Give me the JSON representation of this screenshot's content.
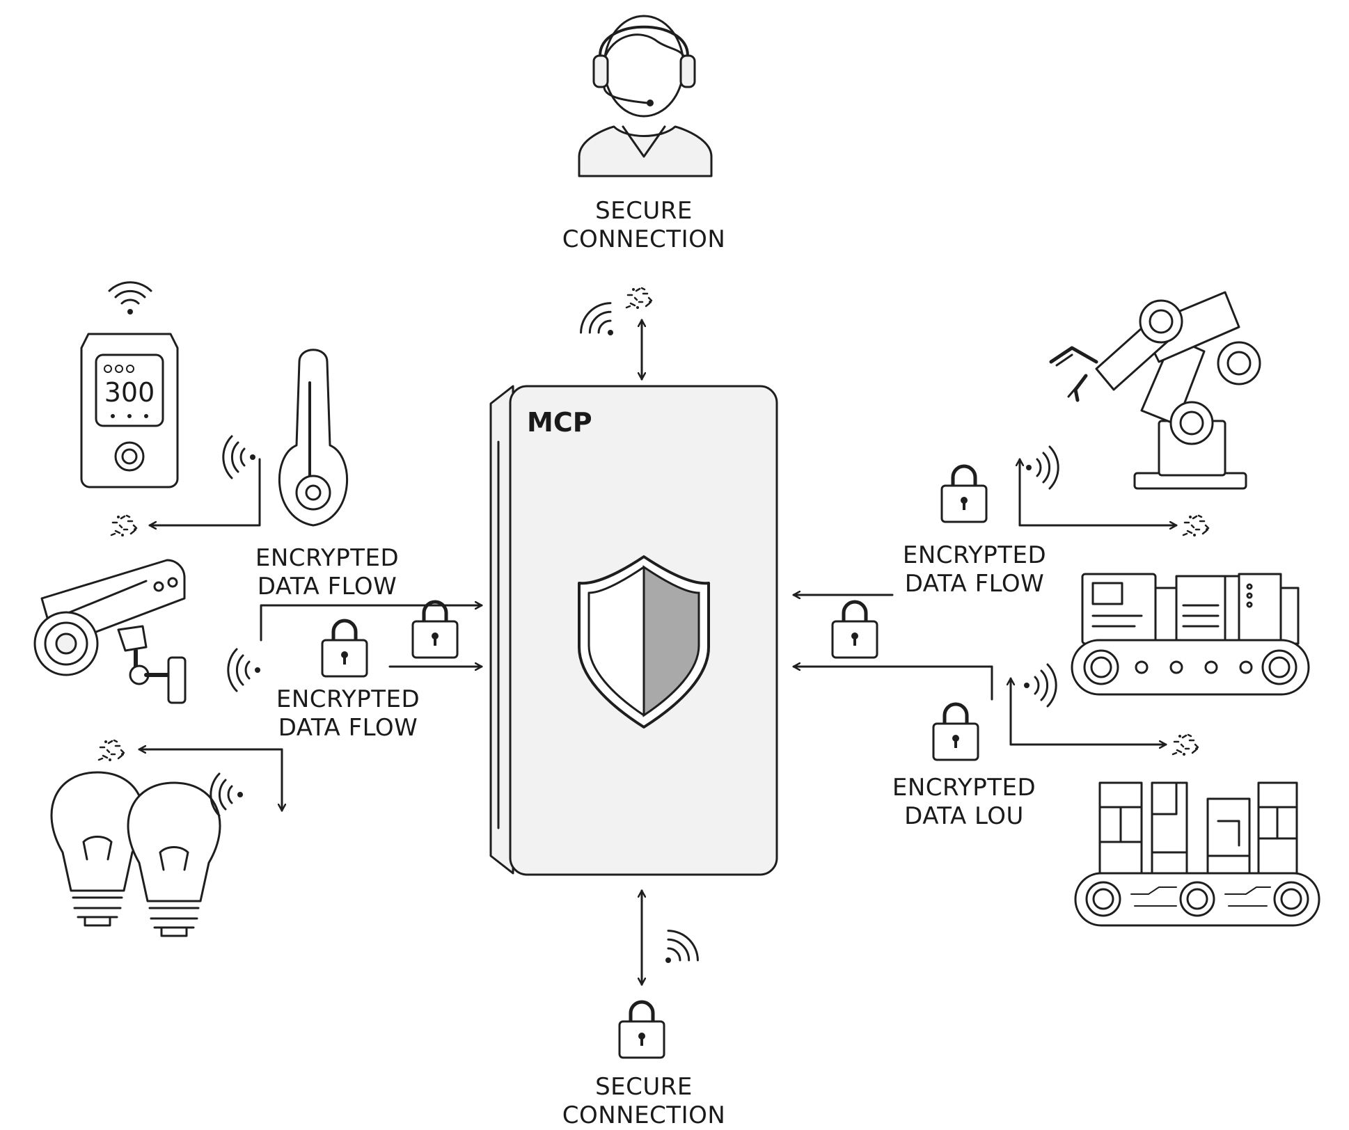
{
  "diagram": {
    "hub": {
      "label": "MCP"
    },
    "labels": {
      "top_secure": [
        "SECURE",
        "CONNECTION"
      ],
      "bottom_secure": [
        "SECURE",
        "CONNECTION"
      ],
      "left_upper_flow": [
        "ENCRYPTED",
        "DATA FLOW"
      ],
      "left_lower_flow": [
        "ENCRYPTED",
        "DATA FLOW"
      ],
      "right_upper_flow": [
        "ENCRYPTED",
        "DATA FLOW"
      ],
      "right_lower_flow": [
        "ENCRYPTED",
        "DATA LOU"
      ]
    },
    "devices": {
      "thermostat_display": "300"
    },
    "icons": [
      "headset-operator-icon",
      "thermostat-icon",
      "thermometer-icon",
      "security-camera-icon",
      "light-bulbs-icon",
      "robotic-arm-icon",
      "conveyor-machine-icon",
      "conveyor-circuit-icon",
      "shield-icon",
      "padlock-icon",
      "wireless-signal-icon",
      "data-packet-icon"
    ]
  }
}
